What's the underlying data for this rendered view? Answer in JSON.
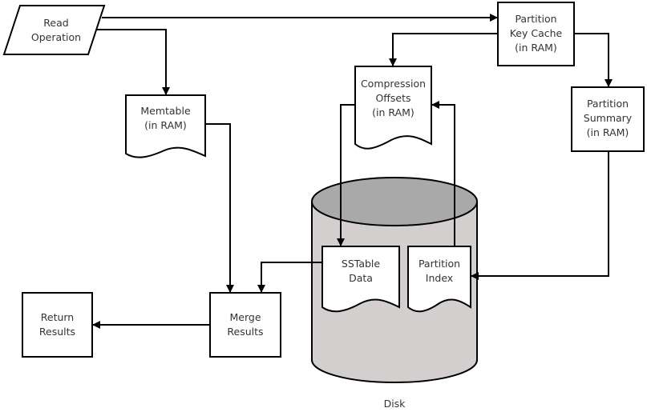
{
  "nodes": {
    "read_operation": "Read\nOperation",
    "partition_key_cache": "Partition\nKey Cache\n(in RAM)",
    "compression_offsets": "Compression\nOffsets\n(in RAM)",
    "memtable": "Memtable\n(in RAM)",
    "partition_summary": "Partition\nSummary\n(in RAM)",
    "sstable_data": "SSTable\nData",
    "partition_index": "Partition\nIndex",
    "merge_results": "Merge\nResults",
    "return_results": "Return\nResults",
    "disk": "Disk"
  },
  "colors": {
    "disk_body": "#d3cfcf",
    "disk_top": "#a9a9a9",
    "stroke": "#000000"
  }
}
